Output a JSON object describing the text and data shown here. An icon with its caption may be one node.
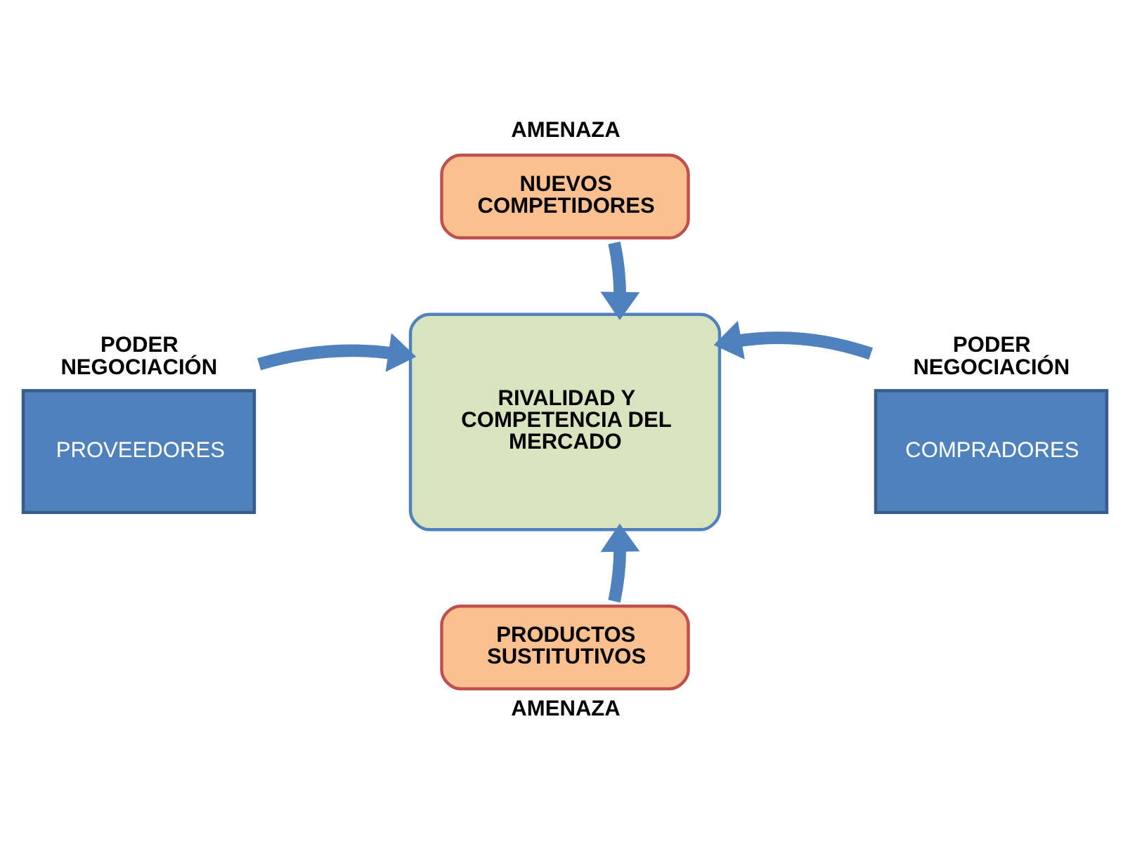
{
  "diagram": {
    "nodes": [
      {
        "text": [
          "AMENAZA",
          "NUEVOS COMPETIDORES"
        ]
      },
      {
        "text": [
          "PODER NEGOCIACIÓN",
          "PROVEEDORES"
        ]
      },
      {
        "text": [
          "RIVALIDAD Y COMPETENCIA DEL MERCADO"
        ]
      },
      {
        "text": [
          "PODER NEGOCIACIÓN",
          "COMPRADORES"
        ]
      },
      {
        "text": [
          "PRODUCTOS SUSTITUTIVOS",
          "AMENAZA"
        ]
      }
    ],
    "edges": [
      {
        "from": 0,
        "to": 2,
        "arrow": "to"
      },
      {
        "from": 1,
        "to": 2,
        "arrow": "to"
      },
      {
        "from": 3,
        "to": 2,
        "arrow": "to"
      },
      {
        "from": 4,
        "to": 2,
        "arrow": "to"
      }
    ]
  }
}
